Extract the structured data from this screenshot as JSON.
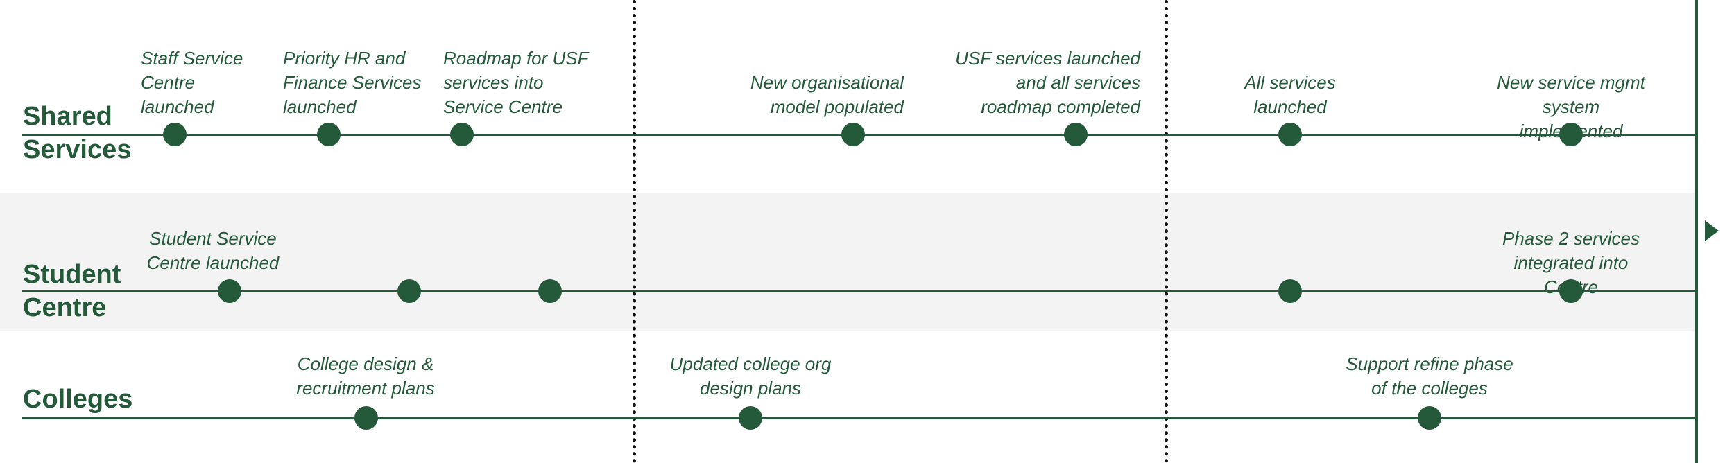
{
  "colors": {
    "accent": "#24593a",
    "band_shade": "#f3f3f3",
    "divider": "#111111"
  },
  "lanes": [
    {
      "title": "Shared\nServices",
      "milestones": [
        {
          "label": "Staff Service\nCentre\nlaunched"
        },
        {
          "label": "Priority HR and\nFinance Services\nlaunched"
        },
        {
          "label": "Roadmap for USF\nservices into\nService Centre"
        },
        {
          "label": "New organisational\nmodel populated"
        },
        {
          "label": "USF services launched\nand all services\nroadmap completed"
        },
        {
          "label": "All services\nlaunched"
        },
        {
          "label": "New service mgmt\nsystem implemented"
        }
      ]
    },
    {
      "title": "Student\nCentre",
      "milestones": [
        {
          "label": "Student Service\nCentre launched"
        },
        {
          "label": ""
        },
        {
          "label": ""
        },
        {
          "label": ""
        },
        {
          "label": "Phase 2 services\nintegrated into Centre"
        }
      ]
    },
    {
      "title": "Colleges",
      "milestones": [
        {
          "label": "College design &\nrecruitment plans"
        },
        {
          "label": "Updated college org\ndesign plans"
        },
        {
          "label": "Support refine phase\nof the colleges"
        }
      ]
    }
  ]
}
